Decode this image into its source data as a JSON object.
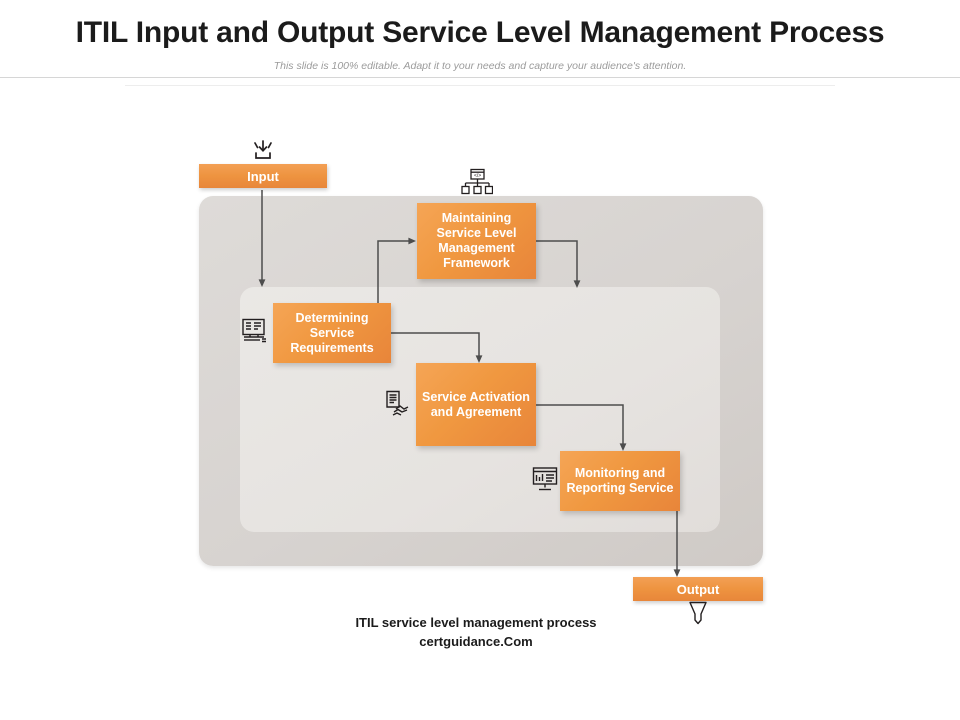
{
  "header": {
    "title": "ITIL Input and Output Service Level Management Process",
    "subtitle": "This slide is 100% editable. Adapt it to your needs and capture your audience's attention."
  },
  "diagram": {
    "input_label": "Input",
    "output_label": "Output",
    "nodes": [
      {
        "id": "maintaining",
        "label": "Maintaining Service Level Management Framework"
      },
      {
        "id": "determining",
        "label": "Determining Service Requirements"
      },
      {
        "id": "activation",
        "label": "Service Activation and Agreement"
      },
      {
        "id": "monitoring",
        "label": "Monitoring and Reporting Service"
      }
    ],
    "icons": [
      {
        "id": "input-tray-icon",
        "meaning": "arrows pointing down into tray"
      },
      {
        "id": "sitemap-icon",
        "meaning": "hierarchy / framework nodes"
      },
      {
        "id": "computer-requirements-icon",
        "meaning": "monitor with keyboard"
      },
      {
        "id": "document-handshake-icon",
        "meaning": "agreement document with handshake"
      },
      {
        "id": "monitor-report-icon",
        "meaning": "monitor showing report chart"
      },
      {
        "id": "output-arrow-icon",
        "meaning": "outline arrow pointing down"
      }
    ],
    "colors": {
      "accent_light": "#f5a556",
      "accent": "#f09840",
      "accent_dark": "#e8853a",
      "outer_container": "#d7d3d0",
      "inner_container": "#e6e3e0",
      "connector": "#4d4d4d",
      "text_dark": "#1b1b1b",
      "subtitle_gray": "#9b9b9b"
    }
  },
  "caption": {
    "line1": "ITIL service level management process",
    "line2": "certguidance.Com"
  }
}
